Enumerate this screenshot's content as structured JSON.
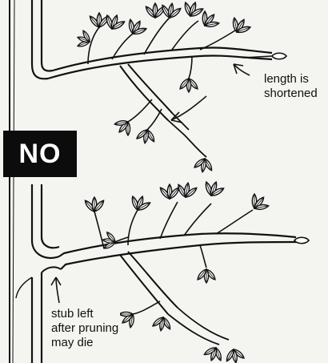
{
  "badge": {
    "text": "NO",
    "background": "#0c0c0c",
    "color": "#ffffff"
  },
  "labels": {
    "top": [
      "length is",
      "shortened"
    ],
    "bottom": [
      "stub left",
      "after pruning",
      "may die"
    ]
  },
  "colors": {
    "ink": "#111111",
    "paper": "#f4f4f1",
    "bleed_text": "#c7c7c2"
  }
}
